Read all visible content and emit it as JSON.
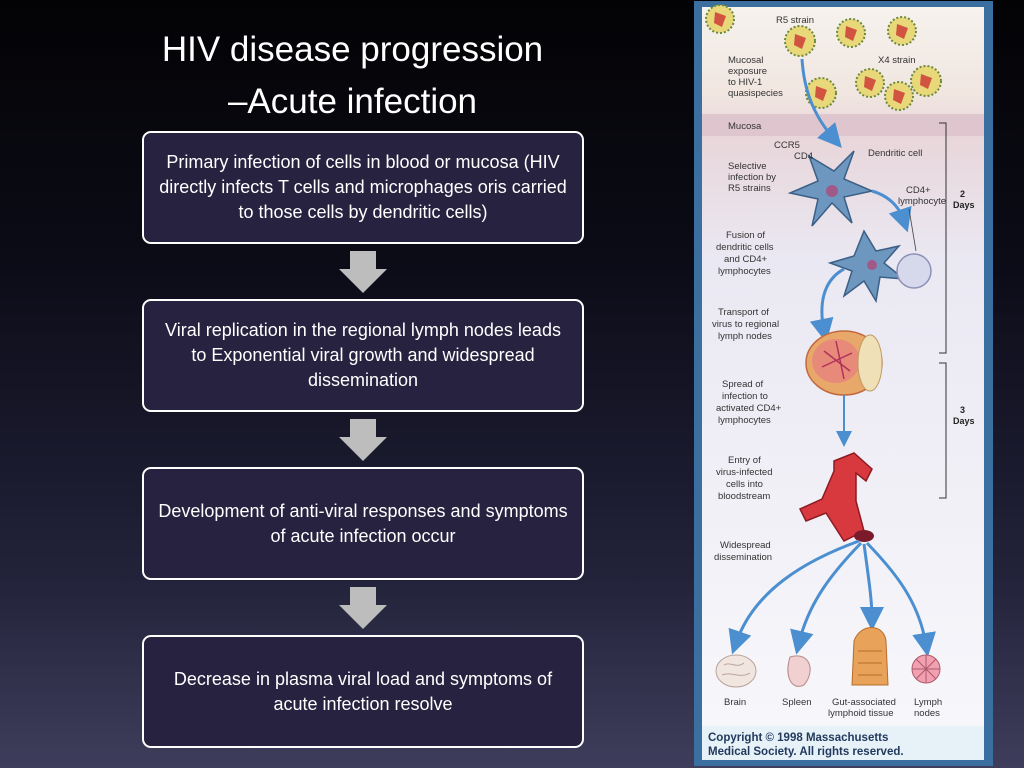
{
  "title": {
    "line1": "HIV disease progression",
    "line2": "–Acute infection"
  },
  "steps": [
    {
      "text": "Primary infection of cells in blood or mucosa (HIV directly infects T cells and microphages oris carried to those cells by dendritic cells)"
    },
    {
      "text": "Viral replication in the regional lymph nodes leads to Exponential viral growth and widespread dissemination"
    },
    {
      "text": "Development of anti-viral responses and symptoms of acute infection occur"
    },
    {
      "text": "Decrease in plasma viral load and symptoms of acute infection resolve"
    }
  ],
  "figure": {
    "r5_strain": "R5 strain",
    "x4_strain": "X4 strain",
    "mucosal_exposure": [
      "Mucosal",
      "exposure",
      "to HIV-1",
      "quasispecies"
    ],
    "mucosa": "Mucosa",
    "ccr5": "CCR5",
    "cd4": "CD4",
    "dendritic_cell": "Dendritic cell",
    "selective_infection": [
      "Selective",
      "infection by",
      "R5 strains"
    ],
    "cd4_lymphocyte": [
      "CD4+",
      "lymphocyte"
    ],
    "fusion": [
      "Fusion of",
      "dendritic cells",
      "and CD4+",
      "lymphocytes"
    ],
    "transport": [
      "Transport of",
      "virus to regional",
      "lymph nodes"
    ],
    "spread": [
      "Spread of",
      "infection to",
      "activated CD4+",
      "lymphocytes"
    ],
    "entry": [
      "Entry of",
      "virus-infected",
      "cells into",
      "bloodstream"
    ],
    "dissemination": [
      "Widespread",
      "dissemination"
    ],
    "days_2": [
      "2",
      "Days"
    ],
    "days_3": [
      "3",
      "Days"
    ],
    "organs": {
      "brain": "Brain",
      "spleen": "Spleen",
      "gut": [
        "Gut-associated",
        "lymphoid tissue"
      ],
      "lymph": [
        "Lymph",
        "nodes"
      ]
    },
    "copyright": [
      "Copyright © 1998 Massachusetts",
      "Medical Society. All rights reserved."
    ]
  },
  "colors": {
    "box_fill": "#26223f",
    "box_border": "#ffffff",
    "arrow": "#bdbdbd",
    "figure_frame": "#3a6fa0",
    "figure_bg": "#f6f2ee"
  }
}
